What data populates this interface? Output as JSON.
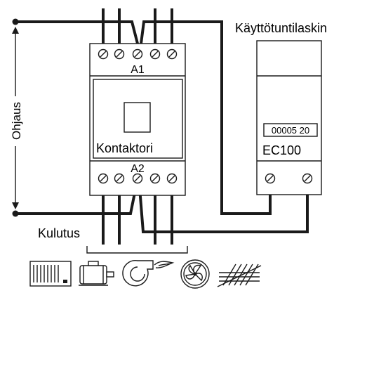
{
  "labels": {
    "meter_title": "Käyttötuntilaskin",
    "control": "Ohjaus",
    "terminal_top": "A1",
    "terminal_bottom": "A2",
    "contactor": "Kontaktori",
    "meter_reading": "00005 20",
    "meter_model": "EC100",
    "loads": "Kulutus"
  },
  "icons": {
    "heater": "electric-heater-icon",
    "motor": "electric-motor-icon",
    "blower": "blower-fan-icon",
    "fan": "axial-fan-icon",
    "heating_cable": "heating-cable-icon"
  },
  "colors": {
    "line": "#1a1a1a",
    "background": "#ffffff"
  }
}
